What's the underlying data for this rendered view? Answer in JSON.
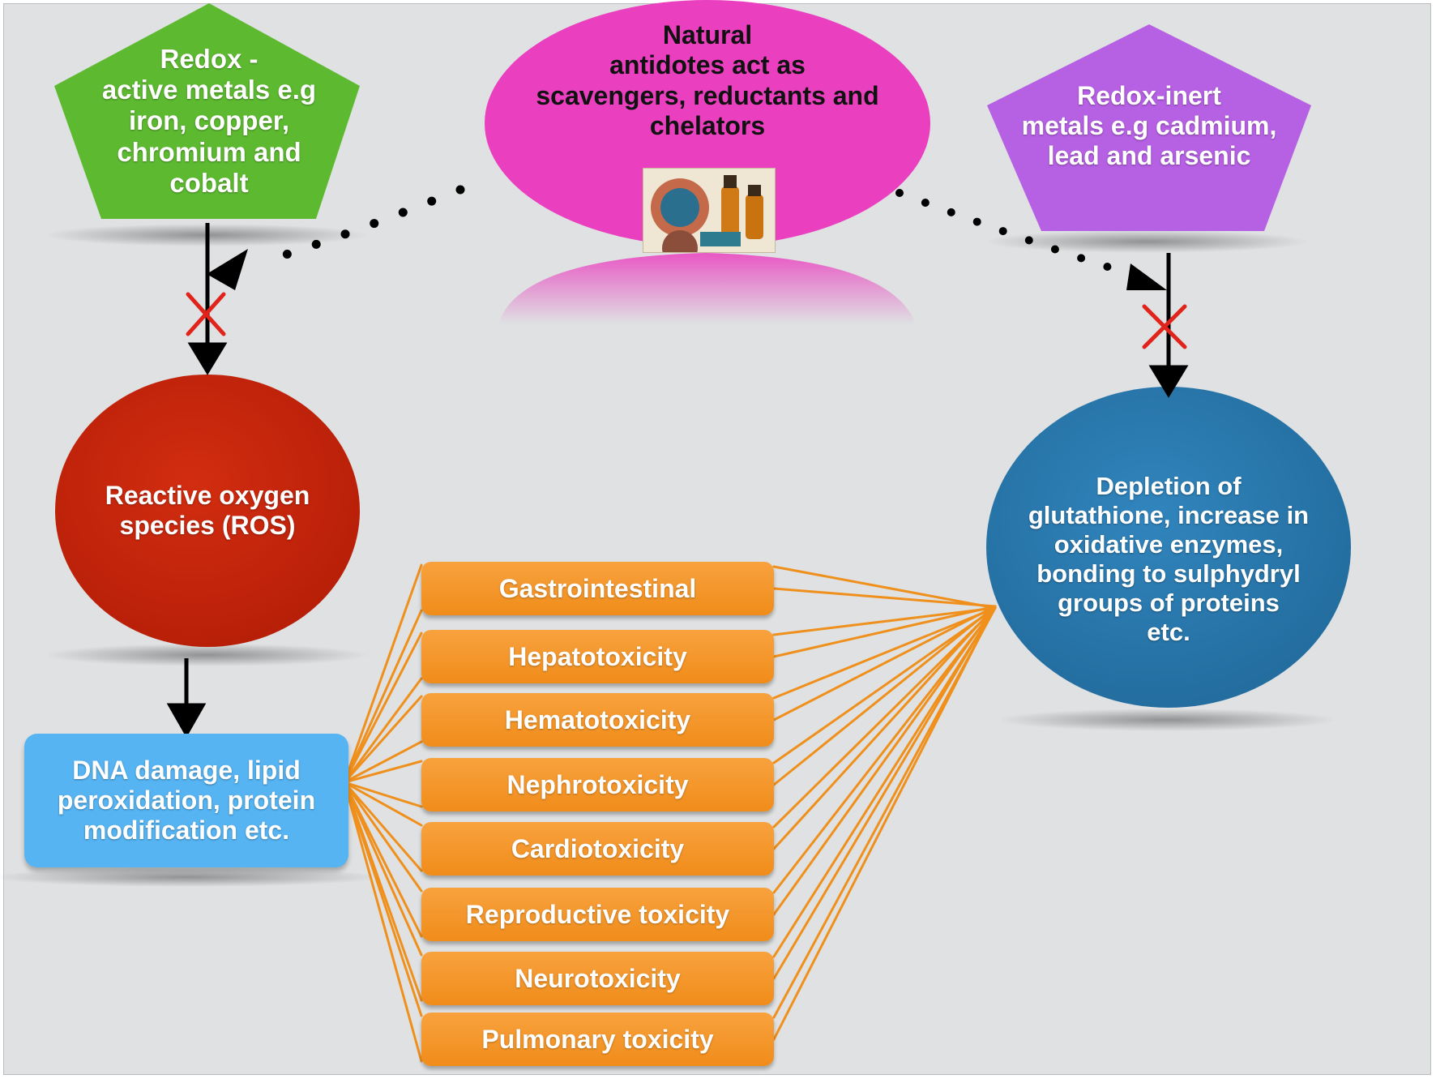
{
  "nodes": {
    "redox_active": {
      "text": [
        "Redox -",
        "active metals e.g",
        "iron, copper,",
        "chromium and",
        "cobalt"
      ],
      "color": "#5dba30"
    },
    "antidotes": {
      "text": [
        "Natural",
        "antidotes act as",
        "scavengers, reductants and",
        "chelators"
      ],
      "color": "#ea3fbf"
    },
    "redox_inert": {
      "text": [
        "Redox-inert",
        "metals e.g cadmium,",
        "lead and arsenic"
      ],
      "color": "#b660e4"
    },
    "ros": {
      "text": [
        "Reactive oxygen",
        "species (ROS)"
      ],
      "color": "#c8230b"
    },
    "depletion": {
      "text": [
        "Depletion of",
        "glutathione, increase in",
        "oxidative enzymes,",
        "bonding to sulphydryl",
        "groups of proteins",
        "etc."
      ],
      "color": "#2a79ae"
    },
    "dna": {
      "text": [
        "DNA damage, lipid",
        "peroxidation, protein",
        "modification etc."
      ],
      "color": "#56b4f2"
    }
  },
  "toxicities": [
    "Gastrointestinal",
    "Hepatotoxicity",
    "Hematotoxicity",
    "Nephrotoxicity",
    "Cardiotoxicity",
    "Reproductive toxicity",
    "Neurotoxicity",
    "Pulmonary toxicity"
  ],
  "colors": {
    "background": "#dfe1e2",
    "toxicity_box": "#f39422",
    "connector": "#f0901c",
    "block_mark": "#e0241b",
    "arrow": "#000000"
  }
}
